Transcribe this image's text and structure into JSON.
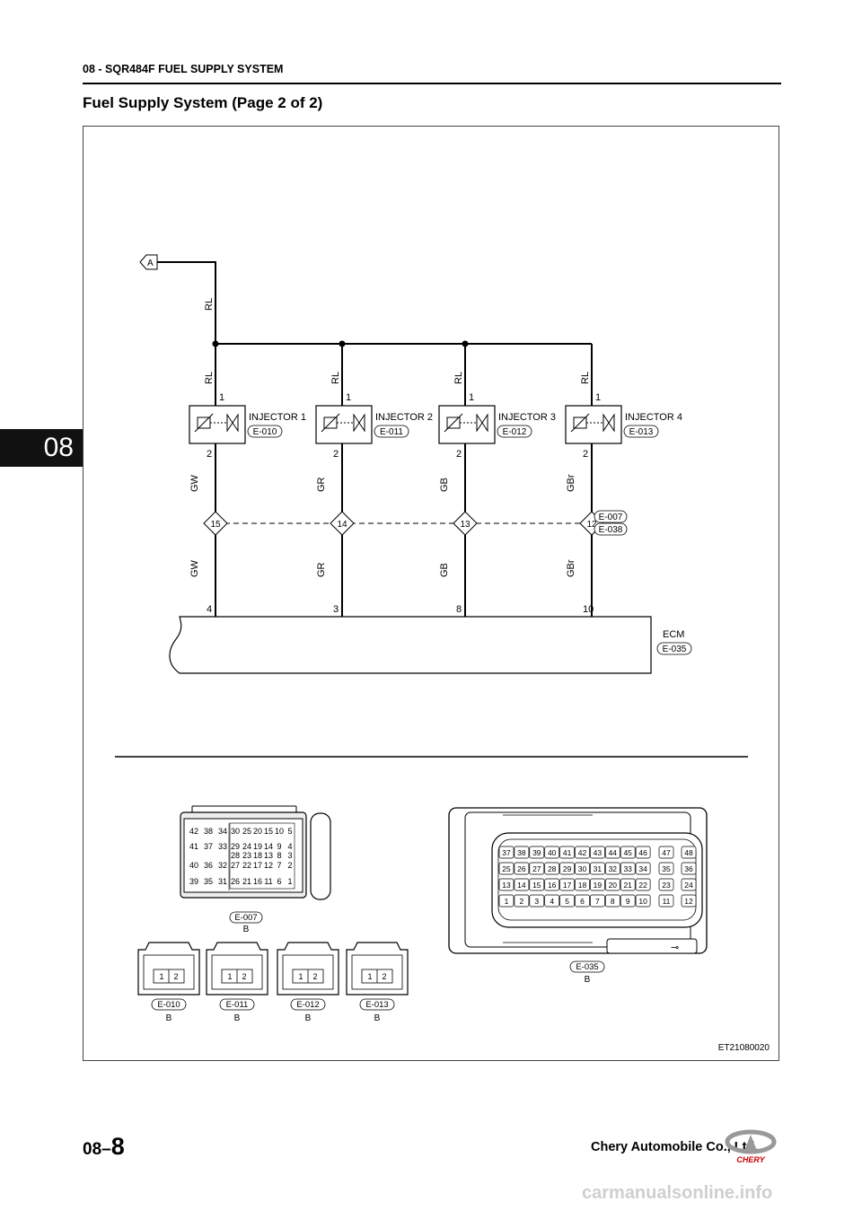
{
  "header": {
    "section": "08 - SQR484F FUEL SUPPLY SYSTEM"
  },
  "page_title": "Fuel Supply System (Page 2 of 2)",
  "side_tab": "08",
  "wiring": {
    "connector_a": "A",
    "feed_wire": "RL",
    "injectors": [
      {
        "name": "INJECTOR 1",
        "code": "E-010",
        "pin_top": "1",
        "pin_bottom": "2",
        "wire_top": "RL",
        "wire_mid": "GW",
        "junction_pin": "15",
        "wire_low": "GW",
        "ecm_pin": "4"
      },
      {
        "name": "INJECTOR 2",
        "code": "E-011",
        "pin_top": "1",
        "pin_bottom": "2",
        "wire_top": "RL",
        "wire_mid": "GR",
        "junction_pin": "14",
        "wire_low": "GR",
        "ecm_pin": "3"
      },
      {
        "name": "INJECTOR 3",
        "code": "E-012",
        "pin_top": "1",
        "pin_bottom": "2",
        "wire_top": "RL",
        "wire_mid": "GB",
        "junction_pin": "13",
        "wire_low": "GB",
        "ecm_pin": "8"
      },
      {
        "name": "INJECTOR 4",
        "code": "E-013",
        "pin_top": "1",
        "pin_bottom": "2",
        "wire_top": "RL",
        "wire_mid": "GBr",
        "junction_pin": "12",
        "wire_low": "GBr",
        "ecm_pin": "10"
      }
    ],
    "junction_codes": [
      "E-007",
      "E-038"
    ],
    "ecm": {
      "label": "ECM",
      "code": "E-035"
    }
  },
  "connectors": {
    "e007": {
      "code": "E-007",
      "sub": "B",
      "rows": [
        [
          "42",
          "38",
          "34",
          "30",
          "25",
          "20",
          "15",
          "10",
          "5"
        ],
        [
          "41",
          "37",
          "33",
          "29",
          "24",
          "19",
          "14",
          "9",
          "4"
        ],
        [
          "",
          "",
          "",
          "28",
          "23",
          "18",
          "13",
          "8",
          "3"
        ],
        [
          "40",
          "36",
          "32",
          "27",
          "22",
          "17",
          "12",
          "7",
          "2"
        ],
        [
          "39",
          "35",
          "31",
          "26",
          "21",
          "16",
          "11",
          "6",
          "1"
        ]
      ]
    },
    "e035": {
      "code": "E-035",
      "sub": "B",
      "rows": [
        [
          "37",
          "38",
          "39",
          "40",
          "41",
          "42",
          "43",
          "44",
          "45",
          "46",
          "47",
          "48"
        ],
        [
          "25",
          "26",
          "27",
          "28",
          "29",
          "30",
          "31",
          "32",
          "33",
          "34",
          "35",
          "36"
        ],
        [
          "13",
          "14",
          "15",
          "16",
          "17",
          "18",
          "19",
          "20",
          "21",
          "22",
          "23",
          "24"
        ],
        [
          "1",
          "2",
          "3",
          "4",
          "5",
          "6",
          "7",
          "8",
          "9",
          "10",
          "11",
          "12"
        ]
      ]
    },
    "small": [
      {
        "code": "E-010",
        "sub": "B",
        "pins": [
          "1",
          "2"
        ]
      },
      {
        "code": "E-011",
        "sub": "B",
        "pins": [
          "1",
          "2"
        ]
      },
      {
        "code": "E-012",
        "sub": "B",
        "pins": [
          "1",
          "2"
        ]
      },
      {
        "code": "E-013",
        "sub": "B",
        "pins": [
          "1",
          "2"
        ]
      }
    ]
  },
  "figure_id": "ET21080020",
  "footer": {
    "page_prefix": "08–",
    "page_number": "8",
    "company": "Chery Automobile Co., Ltd.",
    "logo_text": "CHERY"
  },
  "watermark": "carmanualsonline.info"
}
